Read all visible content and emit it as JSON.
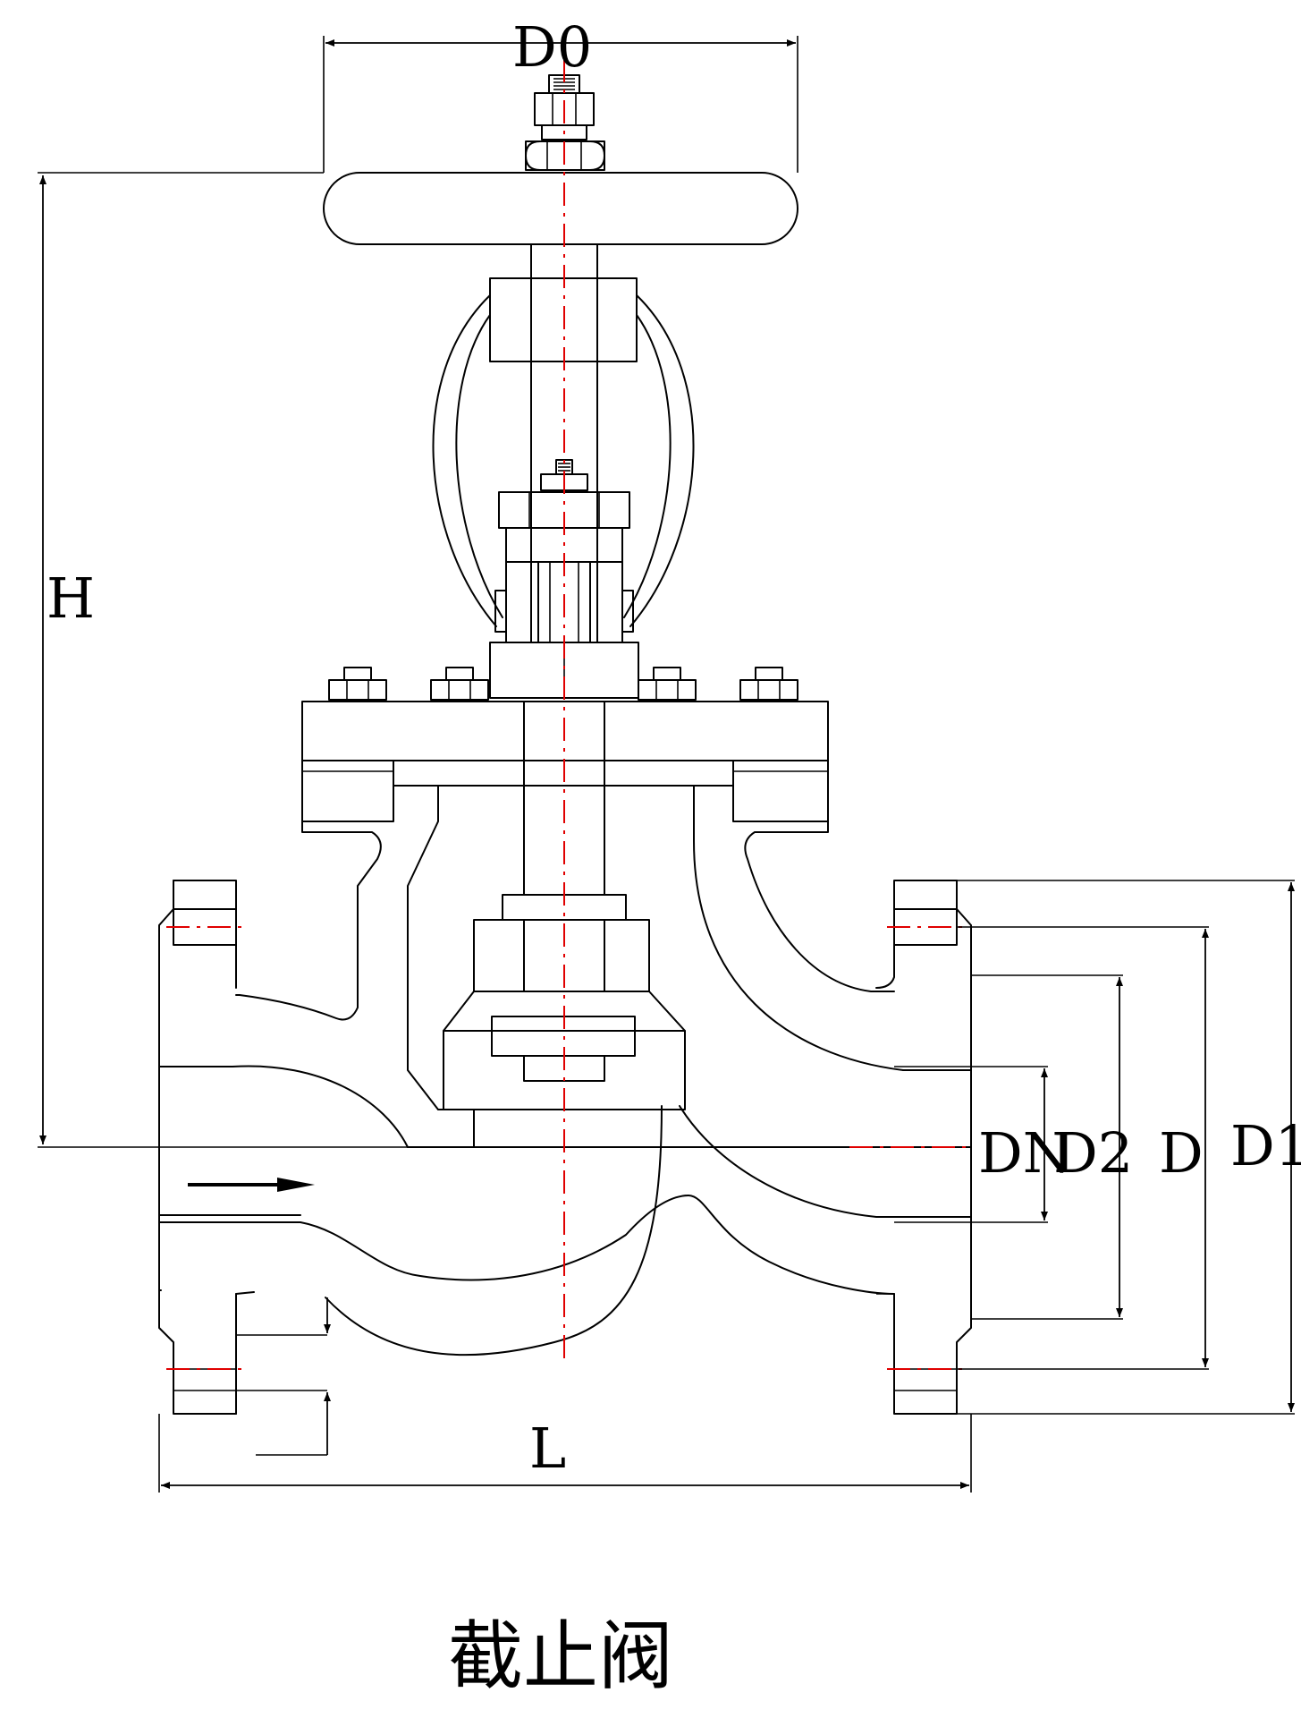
{
  "labels": {
    "d0": "D0",
    "h": "H",
    "l": "L",
    "dn": "DN",
    "d2": "D2",
    "d": "D",
    "d1": "D1"
  },
  "title": "截止阀",
  "colors": {
    "outline": "#000000",
    "centerline": "#e00000",
    "background": "#ffffff"
  },
  "icons": {
    "flow": "arrow-right-icon"
  }
}
